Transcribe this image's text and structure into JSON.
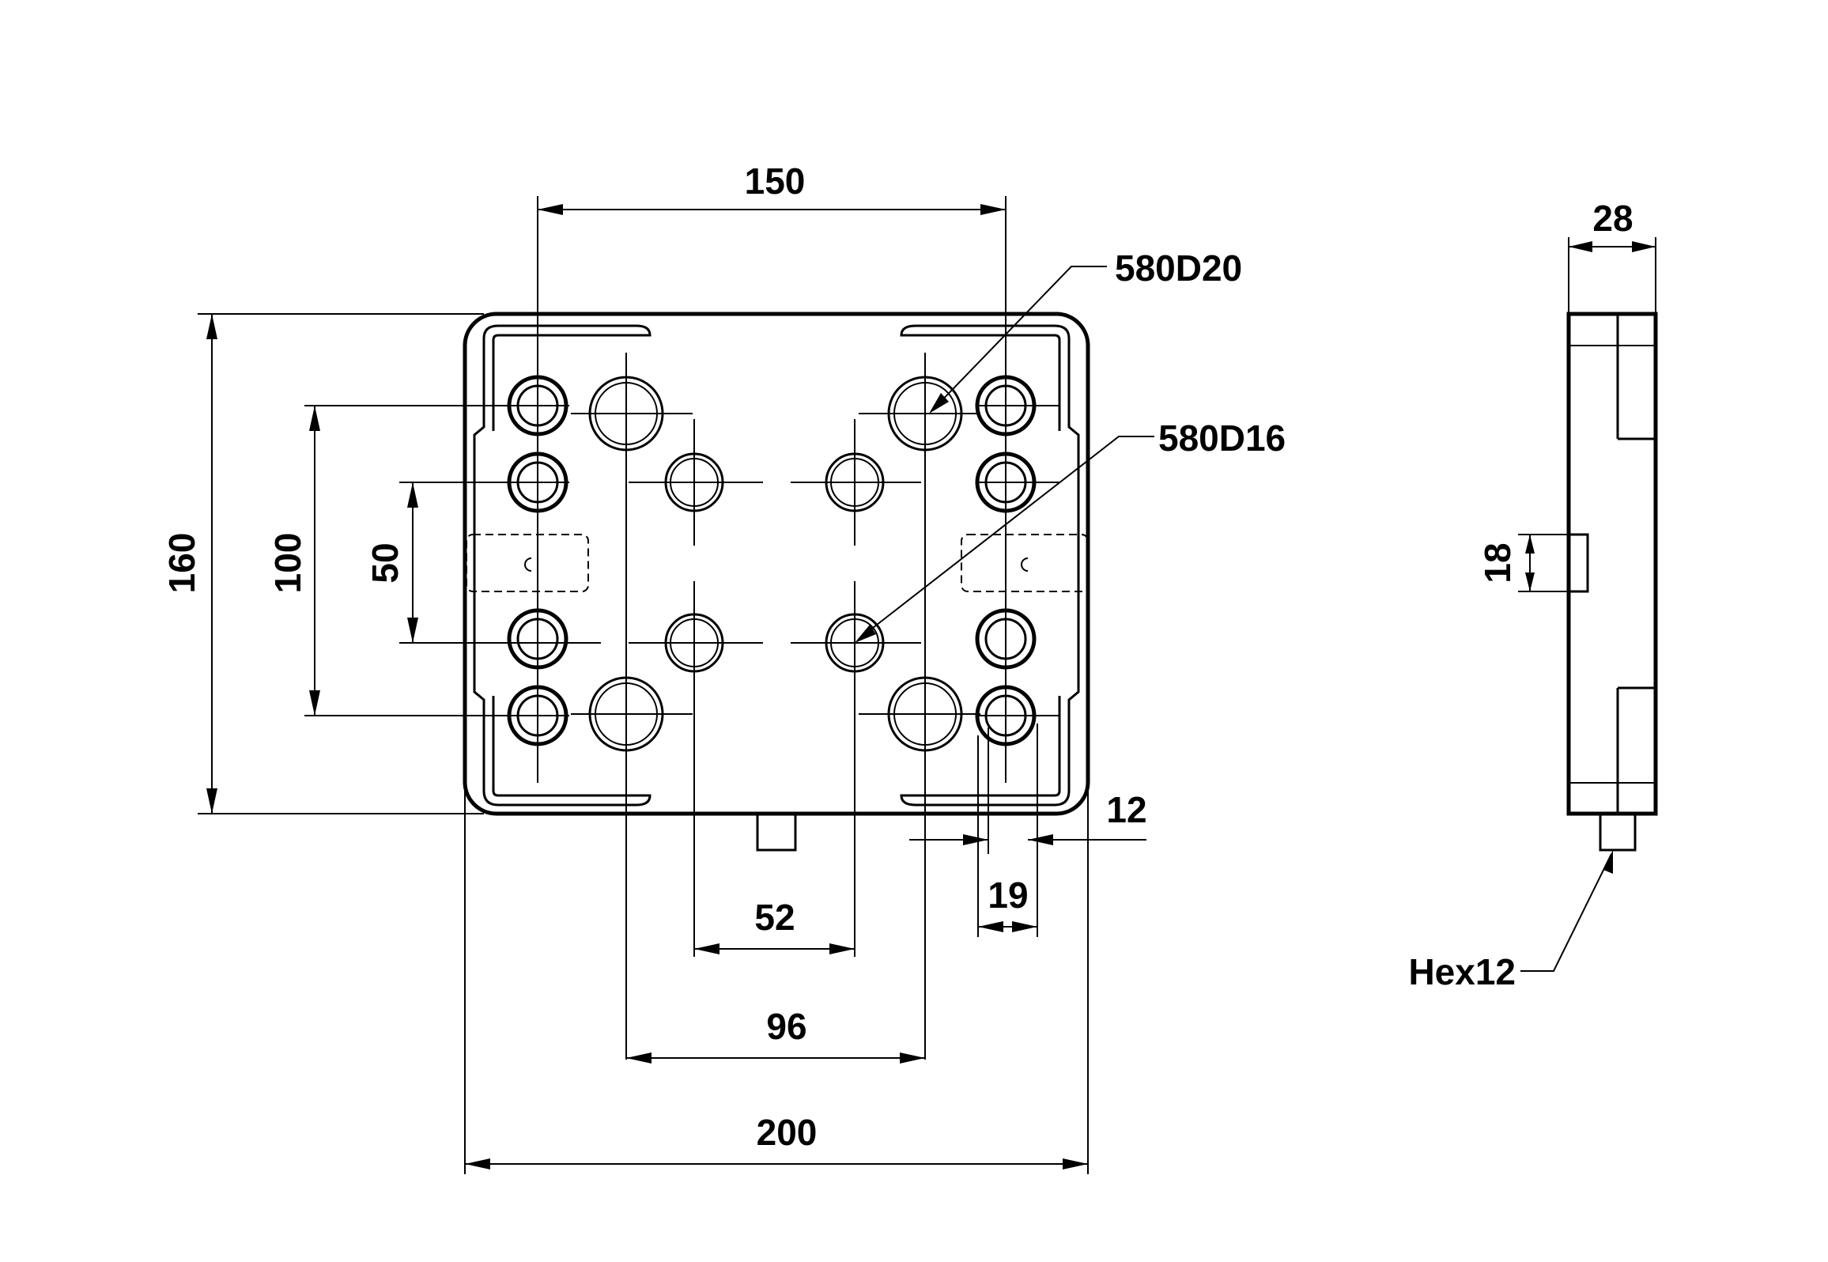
{
  "dimensions": {
    "width_150": "150",
    "height_160": "160",
    "height_100": "100",
    "height_50": "50",
    "width_52": "52",
    "width_96": "96",
    "width_200": "200",
    "width_19": "19",
    "offset_12": "12",
    "depth_28": "28",
    "height_18": "18"
  },
  "callouts": {
    "hole_d20": "580D20",
    "hole_d16": "580D16",
    "hex": "Hex12"
  }
}
